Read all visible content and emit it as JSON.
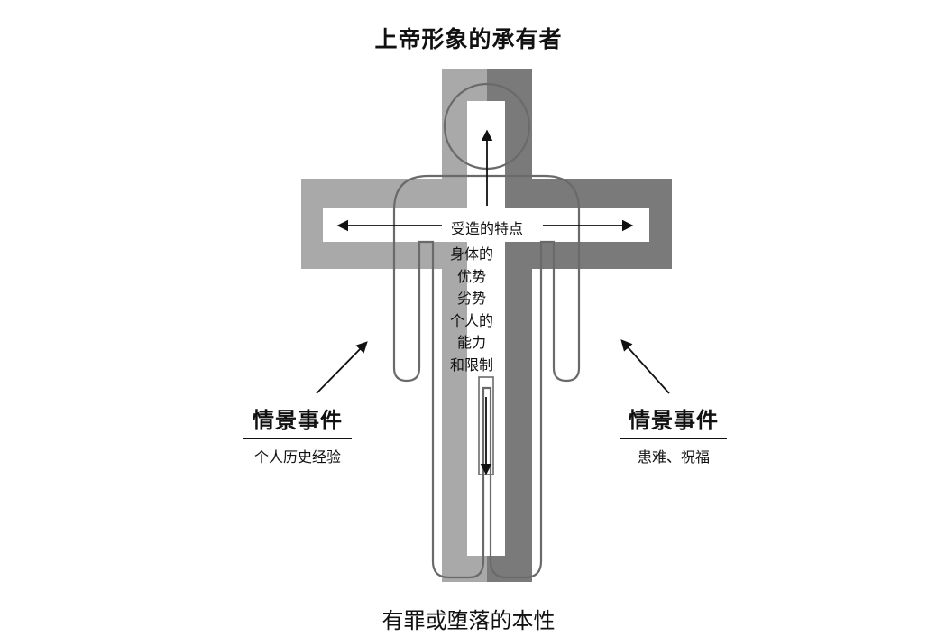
{
  "title": "上帝形象的承有者",
  "created_traits": {
    "heading": "受造的特点",
    "items": [
      "身体的",
      "优势",
      "劣势",
      "个人的",
      "能力",
      "和限制"
    ]
  },
  "left_event": {
    "title": "情景事件",
    "subtitle": "个人历史经验"
  },
  "right_event": {
    "title": "情景事件",
    "subtitle": "患难、祝福"
  },
  "bottom_label": "有罪或堕落的本性",
  "colors": {
    "cross_light": "#a9a9a9",
    "cross_dark": "#777777",
    "outline": "#6a6a6a",
    "arrow": "#111111",
    "background": "#ffffff"
  }
}
